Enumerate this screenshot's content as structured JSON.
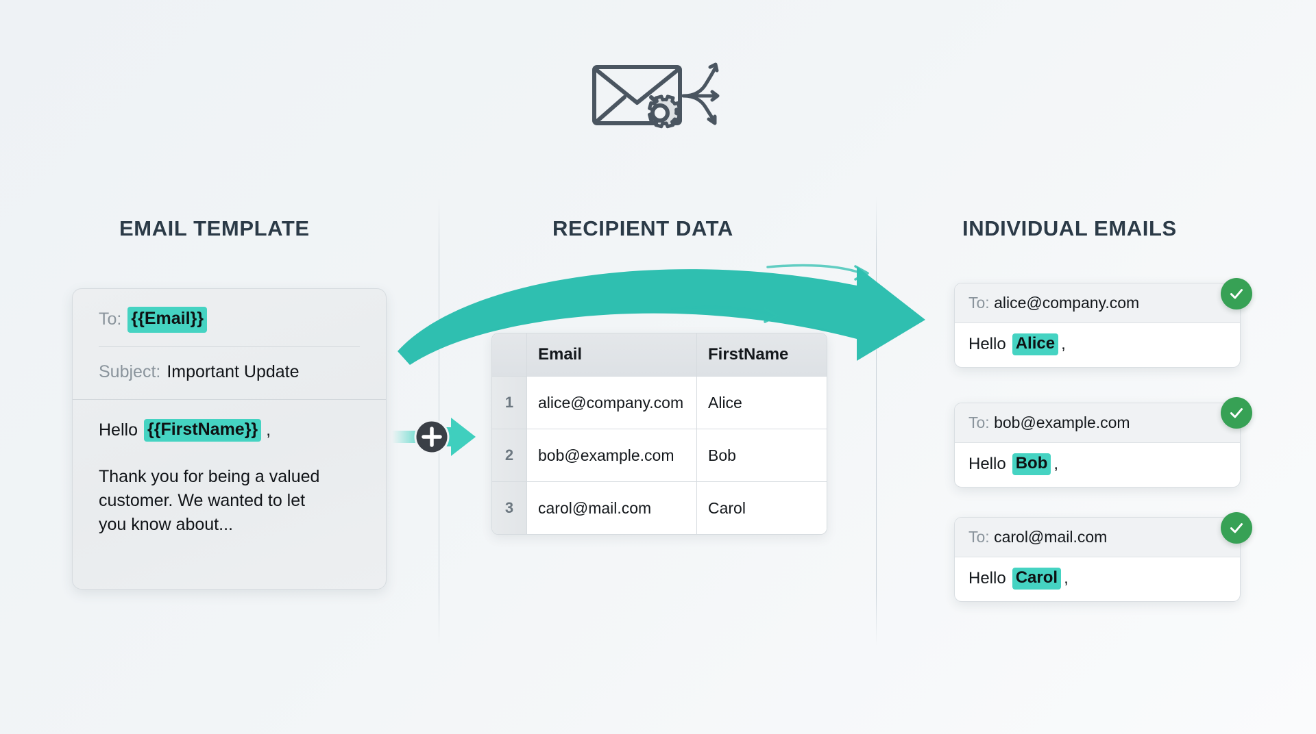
{
  "header": {
    "icon": "envelope-gear-arrows-icon"
  },
  "columns": {
    "template_heading": "EMAIL TEMPLATE",
    "recipient_heading": "RECIPIENT DATA",
    "emails_heading": "INDIVIDUAL EMAILS"
  },
  "template": {
    "to_label": "To:",
    "to_value": "{{Email}}",
    "subject_label": "Subject:",
    "subject_value": "Important Update",
    "greeting_prefix": "Hello",
    "greeting_token": "{{FirstName}}",
    "greeting_suffix": ",",
    "body_text": "Thank you for being a valued customer. We wanted to let you know about..."
  },
  "merge": {
    "plus_symbol": "+",
    "icon": "merge-plus-icon",
    "arrow_icon": "merge-arrow-icon"
  },
  "recipients": {
    "headers": [
      "",
      "Email",
      "FirstName"
    ],
    "rows": [
      {
        "num": "1",
        "email": "alice@company.com",
        "firstname": "Alice"
      },
      {
        "num": "2",
        "email": "bob@example.com",
        "firstname": "Bob"
      },
      {
        "num": "3",
        "email": "carol@mail.com",
        "firstname": "Carol"
      }
    ]
  },
  "emails": [
    {
      "to_label": "To:",
      "to_value": "alice@company.com",
      "greeting_prefix": "Hello",
      "greeting_name": "Alice",
      "greeting_suffix": ",",
      "status": "sent"
    },
    {
      "to_label": "To:",
      "to_value": "bob@example.com",
      "greeting_prefix": "Hello",
      "greeting_name": "Bob",
      "greeting_suffix": ",",
      "status": "sent"
    },
    {
      "to_label": "To:",
      "to_value": "carol@mail.com",
      "greeting_prefix": "Hello",
      "greeting_name": "Carol",
      "greeting_suffix": ",",
      "status": "sent"
    }
  ],
  "colors": {
    "accent_teal": "#45D3C2",
    "arrow_teal": "#2FBFB0",
    "success_green": "#37A155",
    "heading_navy": "#2B3A47",
    "muted_gray": "#8A949C",
    "background": "#F1F4F6"
  }
}
